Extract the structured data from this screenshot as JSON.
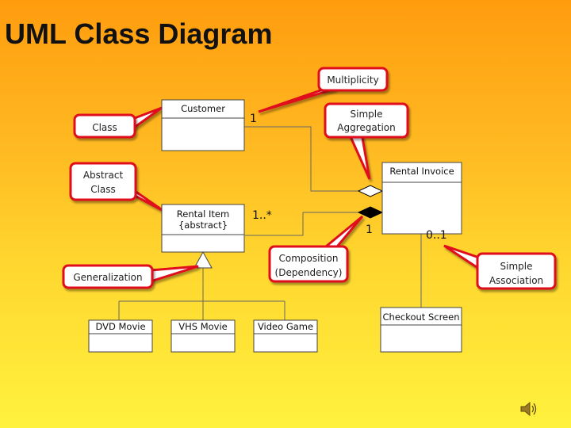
{
  "title": "UML Class Diagram",
  "classes": {
    "customer": "Customer",
    "rental_invoice": "Rental Invoice",
    "rental_item_line1": "Rental Item",
    "rental_item_line2": "{abstract}",
    "dvd_movie": "DVD Movie",
    "vhs_movie": "VHS Movie",
    "video_game": "Video Game",
    "checkout_screen": "Checkout Screen"
  },
  "callouts": {
    "multiplicity": "Multiplicity",
    "simple_aggregation_line1": "Simple",
    "simple_aggregation_line2": "Aggregation",
    "class": "Class",
    "abstract_class_line1": "Abstract",
    "abstract_class_line2": "Class",
    "generalization": "Generalization",
    "composition_line1": "Composition",
    "composition_line2": "(Dependency)",
    "simple_association_line1": "Simple",
    "simple_association_line2": "Association"
  },
  "multiplicities": {
    "customer_side": "1",
    "rental_item_side": "1..*",
    "invoice_side": "1",
    "checkout_side": "0..1"
  },
  "colors": {
    "background_top": "#ff9c0e",
    "background_bottom": "#fff23e",
    "callout_border": "#e0101a",
    "class_box": "#ffffff"
  },
  "icons": [
    "speaker-icon"
  ]
}
